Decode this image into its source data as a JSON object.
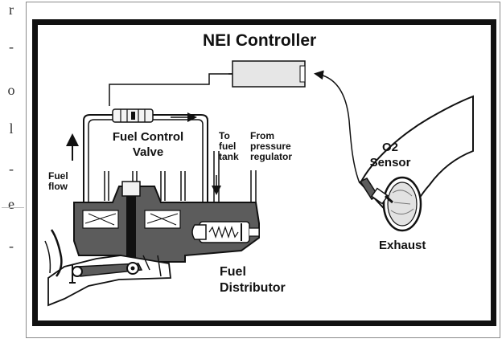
{
  "margin_glyphs": [
    "r",
    "-",
    "o",
    "l",
    "-",
    "e",
    "-"
  ],
  "title": "NEI Controller",
  "labels": {
    "fuel_control_valve_line1": "Fuel Control",
    "fuel_control_valve_line2": "Valve",
    "fuel_flow_line1": "Fuel",
    "fuel_flow_line2": "flow",
    "to_fuel_tank_line1": "To",
    "to_fuel_tank_line2": "fuel",
    "to_fuel_tank_line3": "tank",
    "from_pressure_regulator_line1": "From",
    "from_pressure_regulator_line2": "pressure",
    "from_pressure_regulator_line3": "regulator",
    "o2_sensor_line1": "O2",
    "o2_sensor_line2": "Sensor",
    "exhaust": "Exhaust",
    "fuel_distributor_line1": "Fuel",
    "fuel_distributor_line2": "Distributor"
  },
  "colors": {
    "ink": "#111111",
    "controller_fill": "#e6e6e6",
    "metal_fill": "#5c5c5c",
    "paper": "#ffffff"
  }
}
